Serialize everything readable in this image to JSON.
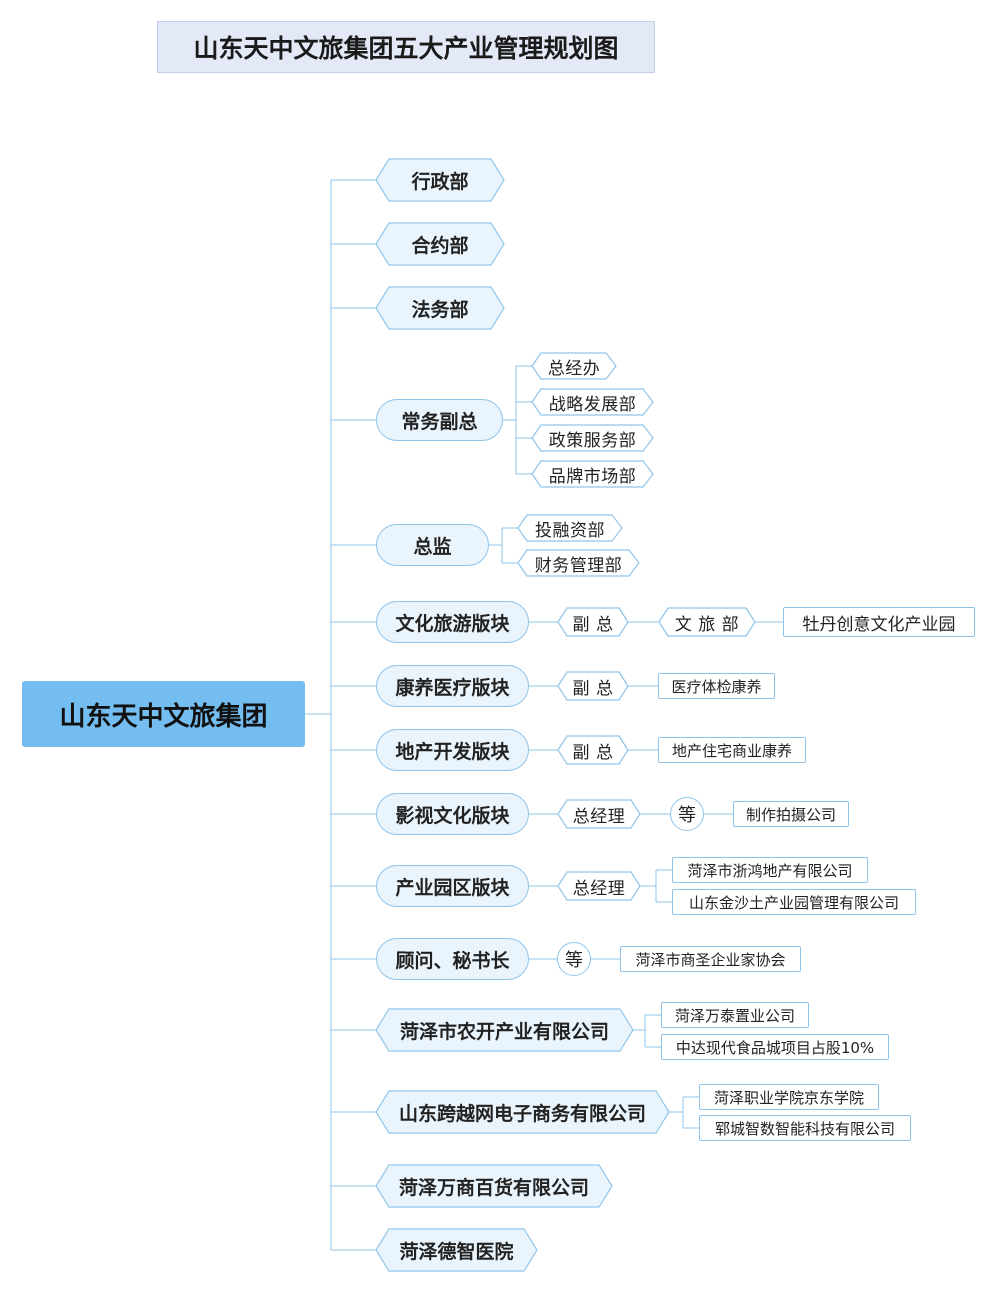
{
  "title": "山东天中文旅集团五大产业管理规划图",
  "root": "山东天中文旅集团",
  "branches": {
    "xingzheng": "行政部",
    "heyue": "合约部",
    "fawu": "法务部",
    "changwu": {
      "label": "常务副总",
      "children": [
        "总经办",
        "战略发展部",
        "政策服务部",
        "品牌市场部"
      ]
    },
    "zongjian": {
      "label": "总监",
      "children": [
        "投融资部",
        "财务管理部"
      ]
    },
    "wenhua": {
      "label": "文化旅游版块",
      "manager": "副 总",
      "dept": "文 旅 部",
      "unit": "牡丹创意文化产业园"
    },
    "kangyang": {
      "label": "康养医疗版块",
      "manager": "副 总",
      "unit": "医疗体检康养"
    },
    "dichan": {
      "label": "地产开发版块",
      "manager": "副 总",
      "unit": "地产住宅商业康养"
    },
    "yingshi": {
      "label": "影视文化版块",
      "manager": "总经理",
      "etc": "等",
      "unit": "制作拍摄公司"
    },
    "chanyeyuan": {
      "label": "产业园区版块",
      "manager": "总经理",
      "units": [
        "菏泽市浙鸿地产有限公司",
        "山东金沙土产业园管理有限公司"
      ]
    },
    "guwen": {
      "label": "顾问、秘书长",
      "etc": "等",
      "unit": "菏泽市商圣企业家协会"
    },
    "nongkai": {
      "label": "菏泽市农开产业有限公司",
      "units": [
        "菏泽万泰置业公司",
        "中达现代食品城项目占股10%"
      ]
    },
    "kuayue": {
      "label": "山东跨越网电子商务有限公司",
      "units": [
        "菏泽职业学院京东学院",
        "郓城智数智能科技有限公司"
      ]
    },
    "wanshang": "菏泽万商百货有限公司",
    "dezhi": "菏泽德智医院"
  }
}
